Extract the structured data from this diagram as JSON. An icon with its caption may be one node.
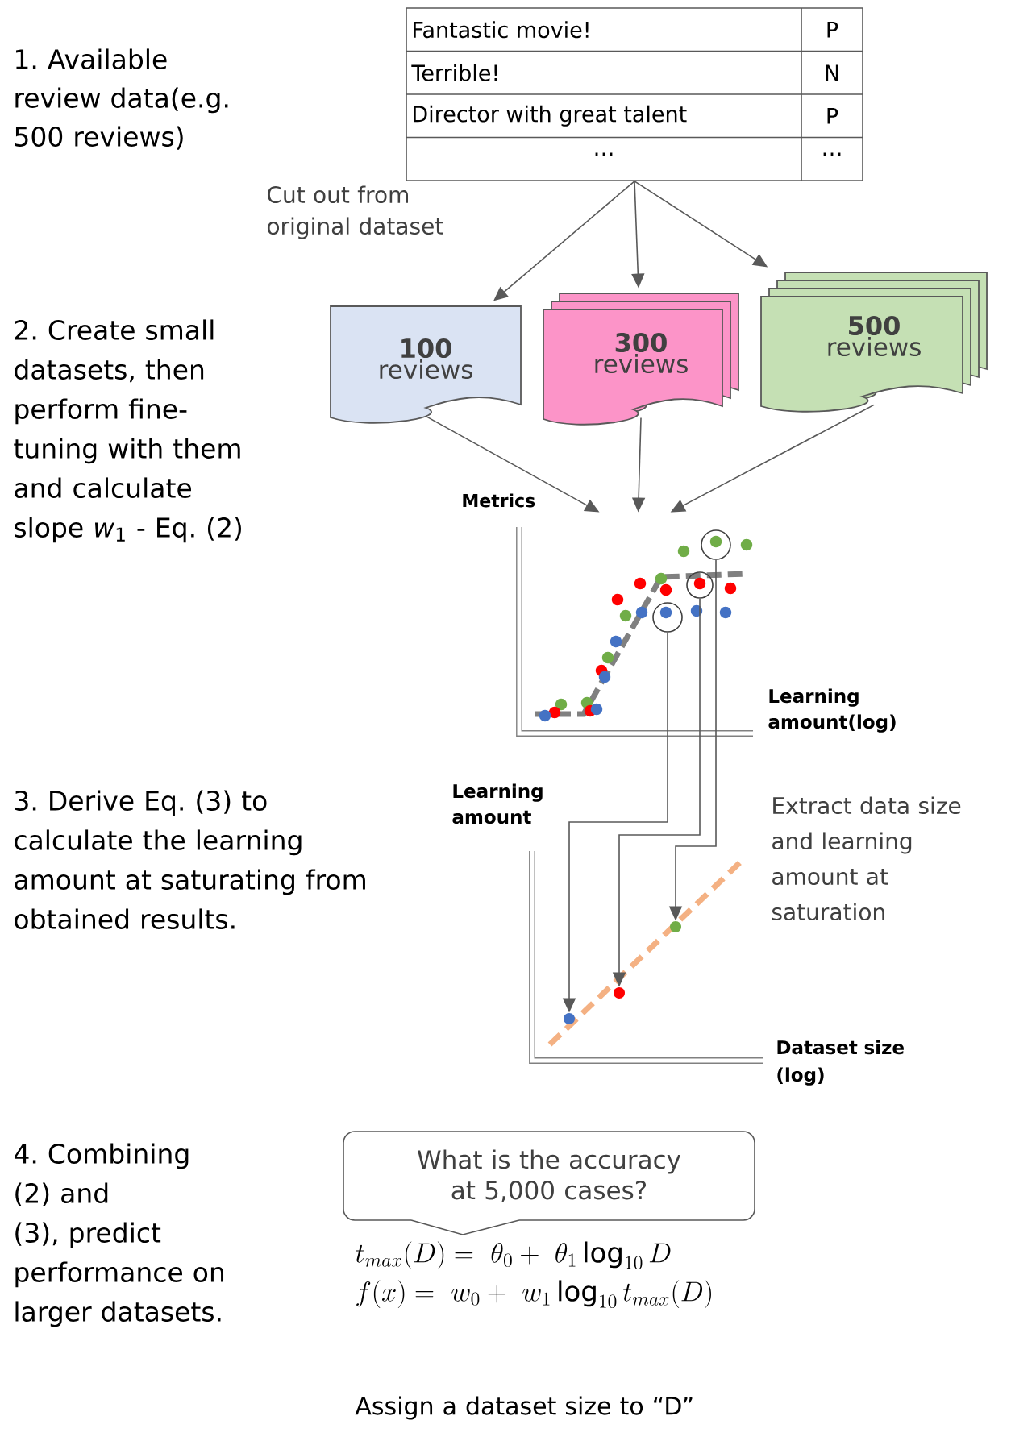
{
  "diagram": {
    "nodes": [
      {
        "text": [
          "Fantastic movie!",
          "P",
          "Terrible!",
          "N",
          "Director with great talent",
          "P",
          "…",
          "…"
        ]
      },
      {
        "text": [
          "100",
          "reviews"
        ]
      },
      {
        "text": [
          "300",
          "reviews"
        ]
      },
      {
        "text": [
          "500",
          "reviews"
        ]
      },
      {
        "text": [],
        "shape": "picture"
      },
      {
        "text": [],
        "shape": "circle",
        "in": 4
      },
      {
        "text": [],
        "shape": "circle",
        "in": 4
      },
      {
        "text": [],
        "shape": "circle",
        "in": 4
      },
      {
        "text": [],
        "shape": "picture"
      },
      {
        "text": [],
        "shape": "circle",
        "in": 8
      },
      {
        "text": [],
        "shape": "circle",
        "in": 8
      },
      {
        "text": [],
        "shape": "circle",
        "in": 8
      },
      {
        "text": [
          "What is the accuracy at 5,000 cases?"
        ]
      }
    ],
    "edges": [
      {
        "from": 0,
        "to": 1,
        "arrow": "to"
      },
      {
        "from": 0,
        "to": 2,
        "arrow": "to"
      },
      {
        "from": 0,
        "to": 3,
        "arrow": "to"
      },
      {
        "from": 1,
        "to": 4,
        "arrow": "to"
      },
      {
        "from": 2,
        "to": 4,
        "arrow": "to"
      },
      {
        "from": 3,
        "to": 4,
        "arrow": "to"
      },
      {
        "from": 5,
        "to": 9,
        "arrow": "to"
      },
      {
        "from": 6,
        "to": 10,
        "arrow": "to"
      },
      {
        "from": 7,
        "to": 11,
        "arrow": "to"
      }
    ],
    "labels": [
      "1. Available review data(e.g. 500 reviews)",
      "Cut out from original dataset",
      "2. Create small datasets, then perform fine-tuning with them and calculate slope *w*$_{1}$ - Eq. (2)",
      "Metrics",
      "Learning amount(log)",
      "Learning amount",
      "3. Derive Eq. (3) to calculate the learning amount at saturating from obtained results.",
      "Extract data size and learning amount at saturation",
      "Dataset size (log)",
      "4. Combining (2) and (3), predict performance on larger datasets.",
      "t_{max}(D) = \\ \\theta_0 + \\ \\theta_1 \\log_{10} D",
      "f(x) = \\ w_0 + \\ w_1 \\log_{10} t_{max}(D)",
      "Assign a dataset size to “D”"
    ]
  }
}
